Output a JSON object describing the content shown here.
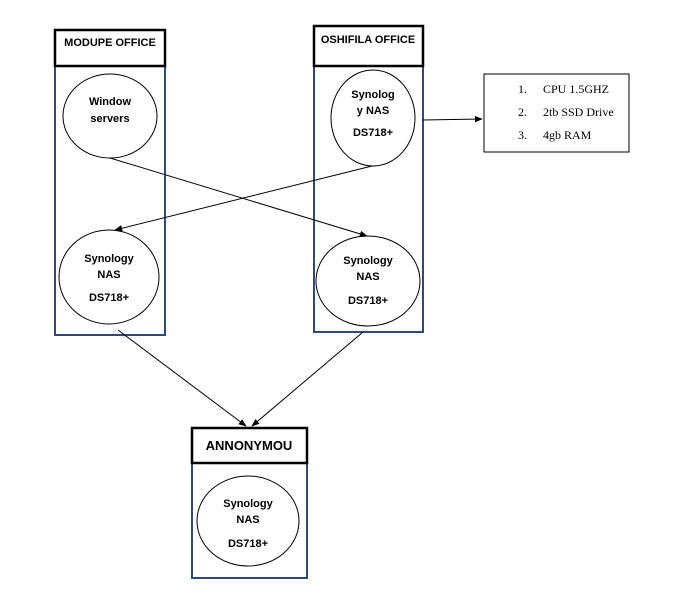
{
  "offices": {
    "modupe": {
      "title": "MODUPE OFFICE",
      "node_top": {
        "line1": "Window",
        "line2": "servers"
      },
      "node_bottom": {
        "line1": "Synology",
        "line2": "NAS",
        "line3": "DS718+"
      }
    },
    "oshifila": {
      "title": "OSHIFILA OFFICE",
      "node_top": {
        "line1": "Synolog",
        "line2": "y NAS",
        "line3": "DS718+"
      },
      "node_bottom": {
        "line1": "Synology",
        "line2": "NAS",
        "line3": "DS718+"
      }
    },
    "annonymou": {
      "title": "ANNONYMOU",
      "node": {
        "line1": "Synology",
        "line2": "NAS",
        "line3": "DS718+"
      }
    }
  },
  "specs": {
    "items": [
      {
        "num": "1.",
        "text": "CPU 1.5GHZ"
      },
      {
        "num": "2.",
        "text": "2tb SSD Drive"
      },
      {
        "num": "3.",
        "text": "4gb RAM"
      }
    ]
  },
  "colors": {
    "container_border": "#2f4a7a",
    "title_border": "#000000",
    "edge": "#000000"
  }
}
